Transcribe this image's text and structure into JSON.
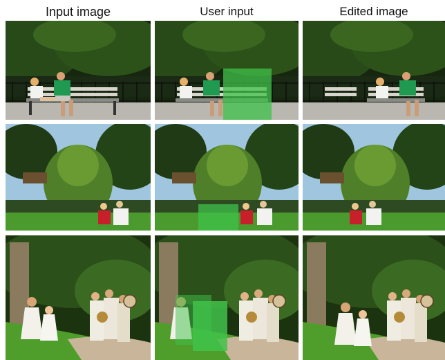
{
  "headers": {
    "input": "Input image",
    "user": "User input",
    "edited": "Edited image"
  },
  "colors": {
    "selection_overlay": "#3fc24a",
    "foliage_dark": "#1f3a14",
    "foliage_mid": "#3f6e22",
    "grass": "#4a9a2e",
    "water": "#2e4a22",
    "sky": "#9fc6de",
    "pavement": "#b9b7b0"
  },
  "rows": [
    {
      "name": "park-bench",
      "cells": [
        "input",
        "user",
        "edited"
      ]
    },
    {
      "name": "lake-willow",
      "cells": [
        "input",
        "user",
        "edited"
      ]
    },
    {
      "name": "garden-path",
      "cells": [
        "input",
        "user",
        "edited"
      ]
    }
  ]
}
